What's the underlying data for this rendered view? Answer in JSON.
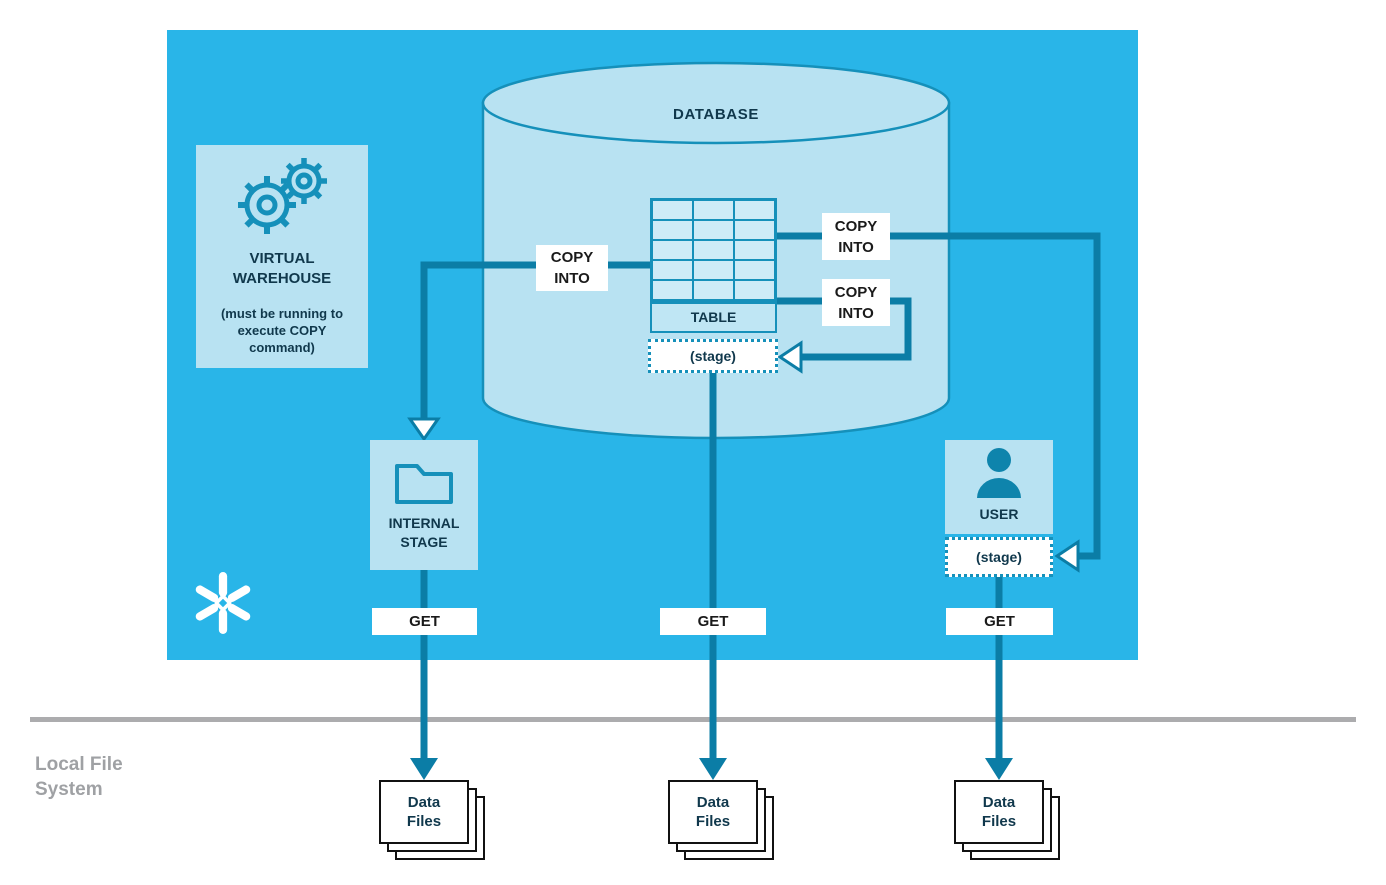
{
  "colors": {
    "snowflake_blue": "#29B5E8",
    "light_blue": "#B8E2F2",
    "cell_blue": "#CDEBF7",
    "outline_teal": "#1590BA",
    "arrow_teal": "#0B7DA6",
    "dark_text": "#10384C",
    "label_text": "#1A1A1A",
    "separator_gray": "#ACACAE"
  },
  "database": {
    "label": "DATABASE"
  },
  "table": {
    "label": "TABLE",
    "stage": "(stage)"
  },
  "virtual_warehouse": {
    "line1": "VIRTUAL",
    "line2": "WAREHOUSE",
    "note": "(must be running to execute COPY command)"
  },
  "internal_stage": {
    "line1": "INTERNAL",
    "line2": "STAGE"
  },
  "user": {
    "label": "USER",
    "stage": "(stage)"
  },
  "arrows": {
    "copy_line1": "COPY",
    "copy_line2": "INTO",
    "get": "GET"
  },
  "local_file_system": {
    "line1": "Local File",
    "line2": "System"
  },
  "data_files": {
    "line1": "Data",
    "line2": "Files"
  },
  "icons": {
    "gears": "gears-icon",
    "folder": "folder-icon",
    "user": "user-icon",
    "snowflake": "snowflake-logo",
    "table_grid": "table-grid-icon",
    "database_cylinder": "database-cylinder-icon"
  }
}
